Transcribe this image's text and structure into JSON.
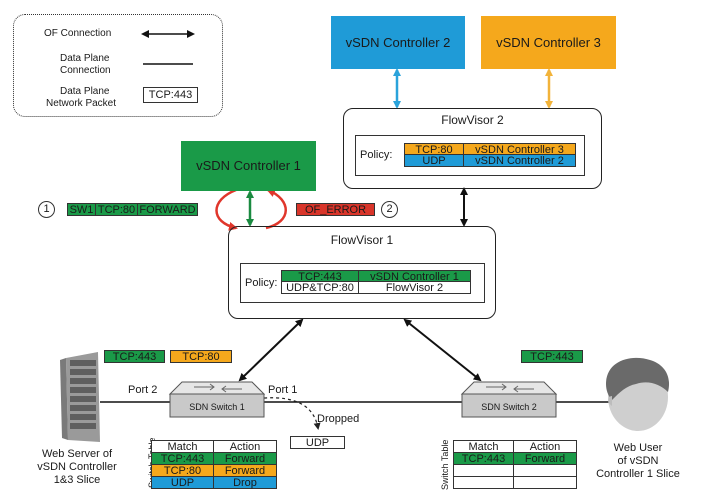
{
  "legend": {
    "of_connection": "OF Connection",
    "data_plane_connection_line1": "Data Plane",
    "data_plane_connection_line2": "Connection",
    "data_plane_packet_line1": "Data Plane",
    "data_plane_packet_line2": "Network Packet",
    "packet_example": "TCP:443"
  },
  "controllers": {
    "c1": "vSDN Controller 1",
    "c2": "vSDN Controller 2",
    "c3": "vSDN Controller 3"
  },
  "flowvisor2": {
    "title": "FlowVisor 2",
    "policy_label": "Policy:",
    "rows": [
      {
        "match": "TCP:80",
        "target": "vSDN Controller 3"
      },
      {
        "match": "UDP",
        "target": "vSDN  Controller 2"
      }
    ]
  },
  "flowvisor1": {
    "title": "FlowVisor 1",
    "policy_label": "Policy:",
    "rows": [
      {
        "match": "TCP:443",
        "target": "vSDN  Controller 1"
      },
      {
        "match": "UDP&TCP:80",
        "target": "FlowVisor 2"
      }
    ]
  },
  "steps": {
    "step1_num": "1",
    "step1_msg": [
      "SW1",
      "TCP:80",
      "FORWARD"
    ],
    "step2_num": "2",
    "step2_msg": "OF_ERROR"
  },
  "packets": {
    "left_a": "TCP:443",
    "left_b": "TCP:80",
    "right": "TCP:443",
    "dropped_label": "Dropped",
    "dropped_packet": "UDP"
  },
  "switch1": {
    "label": "SDN Switch 1",
    "port2": "Port 2",
    "port1": "Port 1",
    "table_label": "Switch Table",
    "headers": [
      "Match",
      "Action"
    ],
    "rows": [
      {
        "match": "TCP:443",
        "action": "Forward"
      },
      {
        "match": "TCP:80",
        "action": "Forward"
      },
      {
        "match": "UDP",
        "action": "Drop"
      }
    ]
  },
  "switch2": {
    "label": "SDN Switch 2",
    "table_label": "Switch Table",
    "headers": [
      "Match",
      "Action"
    ],
    "rows": [
      {
        "match": "TCP:443",
        "action": "Forward"
      },
      {
        "match": "",
        "action": ""
      },
      {
        "match": "",
        "action": ""
      }
    ]
  },
  "server": {
    "line1": "Web Server of",
    "line2": "vSDN Controller",
    "line3": "1&3 Slice"
  },
  "user": {
    "line1": "Web User",
    "line2": "of vSDN",
    "line3": "Controller 1 Slice"
  },
  "colors": {
    "green": "#1a9a48",
    "orange": "#f5a81c",
    "blue": "#1f9bd7",
    "red": "#d9352a",
    "dark_red_arrow": "#e0362b"
  }
}
